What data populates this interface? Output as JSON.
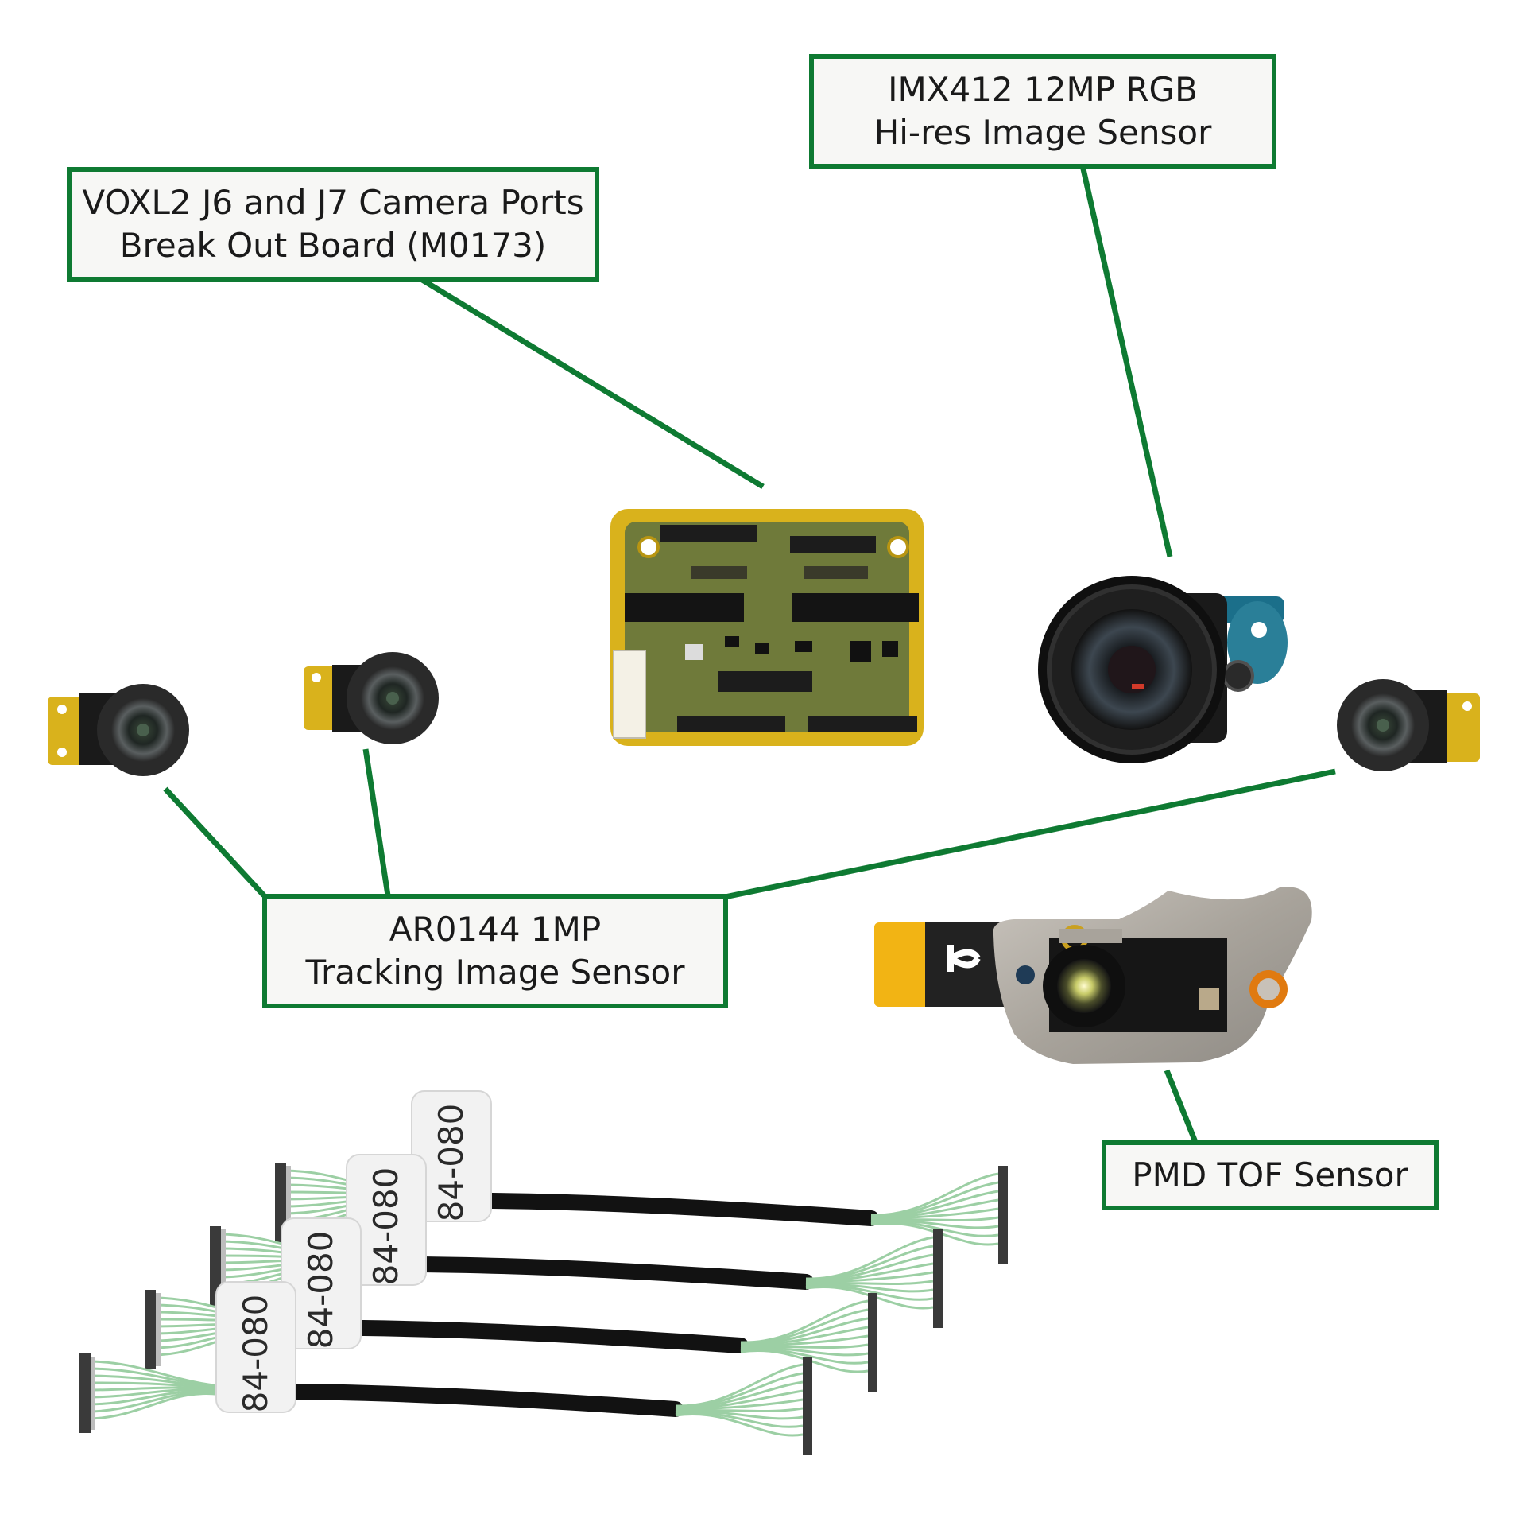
{
  "callouts": {
    "breakout_board": {
      "line1": "VOXL2 J6 and J7 Camera Ports",
      "line2": "Break Out Board (M0173)"
    },
    "imx412": {
      "line1": "IMX412 12MP RGB",
      "line2": "Hi-res Image Sensor"
    },
    "ar0144": {
      "line1": "AR0144 1MP",
      "line2": "Tracking Image Sensor"
    },
    "tof": {
      "line1": "PMD TOF Sensor"
    }
  },
  "cables": {
    "label": "84-080",
    "count": 4
  },
  "colors": {
    "callout_border": "#0e7a32",
    "leader_line": "#0e7a32",
    "pcb_yellow": "#d9b21c",
    "pcb_green": "#6f7a3a",
    "lens_black": "#1e1e1e",
    "cable_wire": "#9ccfa4",
    "cable_black": "#121212",
    "cable_label": "#f2f2f2"
  }
}
